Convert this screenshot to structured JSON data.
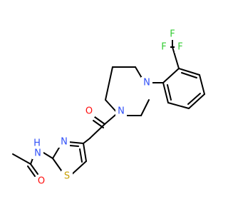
{
  "atoms": {
    "F1": {
      "text": "F",
      "color": "#33cc33"
    },
    "F2": {
      "text": "F",
      "color": "#33cc33"
    },
    "F3": {
      "text": "F",
      "color": "#33cc33"
    },
    "N_pip1": {
      "text": "N",
      "color": "#3050f8"
    },
    "N_pip2": {
      "text": "N",
      "color": "#3050f8"
    },
    "O_ketone": {
      "text": "O",
      "color": "#ff0d0d"
    },
    "N_thiazole": {
      "text": "N",
      "color": "#3050f8"
    },
    "S_thiazole": {
      "text": "S",
      "color": "#c8a000"
    },
    "NH_amide": {
      "text": "H",
      "color": "#3050f8"
    },
    "N_amide": {
      "text": "N",
      "color": "#3050f8"
    },
    "O_amide": {
      "text": "O",
      "color": "#ff0d0d"
    }
  }
}
